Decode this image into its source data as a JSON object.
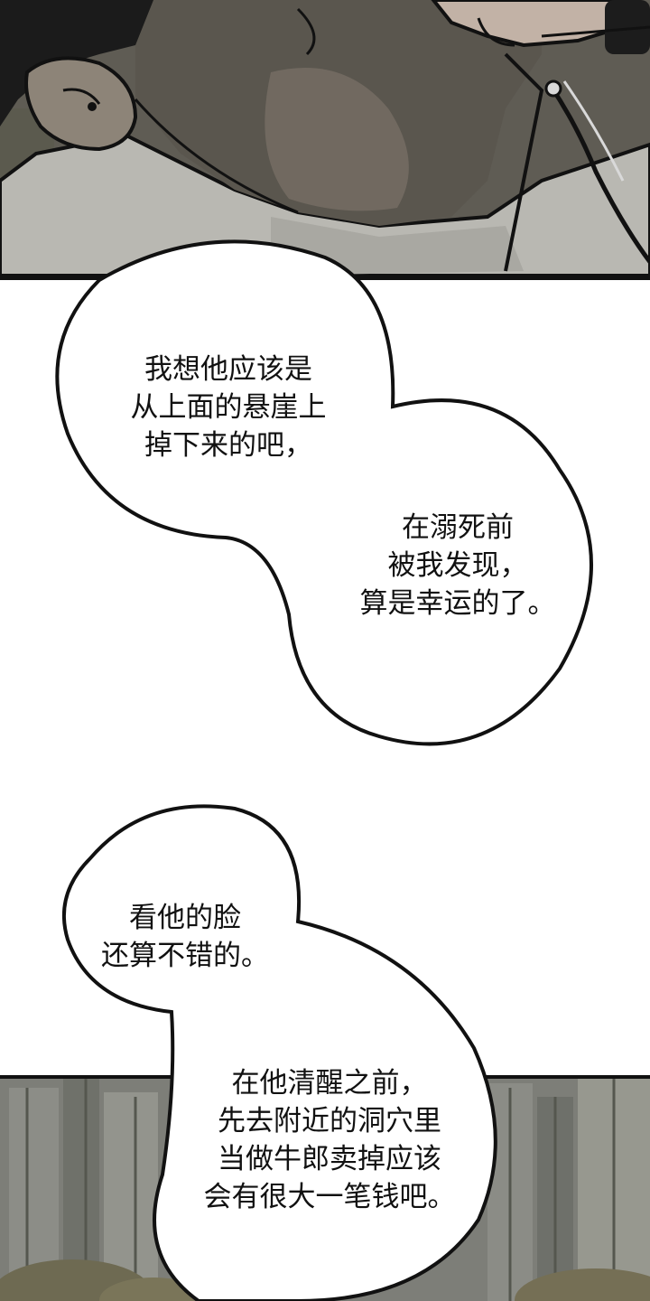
{
  "bubbles": [
    {
      "lines": [
        "我想他应该是",
        "从上面的悬崖上",
        "掉下来的吧，"
      ]
    },
    {
      "lines": [
        "在溺死前",
        "被我发现，",
        "算是幸运的了。"
      ]
    },
    {
      "lines": [
        "看他的脸",
        "还算不错的。"
      ]
    },
    {
      "lines": [
        "在他清醒之前，",
        "先去附近的洞穴里",
        "当做牛郎卖掉应该",
        "会有很大一笔钱吧。"
      ]
    }
  ],
  "colors": {
    "ink": "#111111",
    "paper": "#ffffff",
    "skin_shadow": "#5e5a52",
    "rock": "#7b7c76"
  }
}
